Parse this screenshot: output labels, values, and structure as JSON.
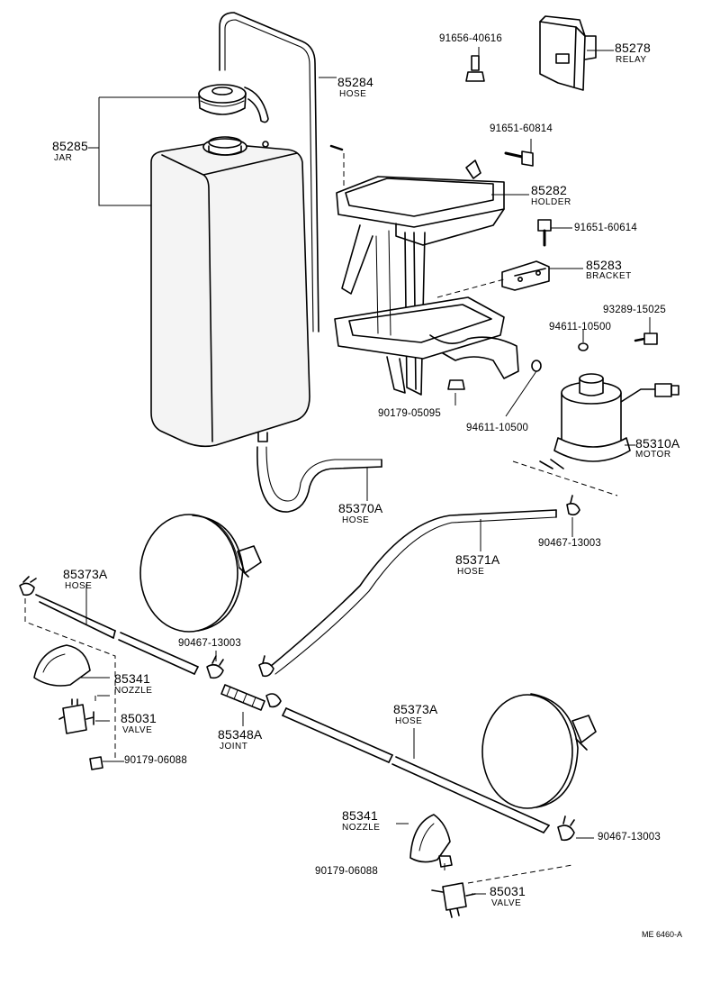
{
  "parts": {
    "jar": {
      "number": "85285",
      "name": "JAR"
    },
    "hose_top": {
      "number": "85284",
      "name": "HOSE"
    },
    "holder": {
      "number": "85282",
      "name": "HOLDER"
    },
    "bracket": {
      "number": "85283",
      "name": "BRACKET"
    },
    "relay": {
      "number": "85278",
      "name": "RELAY"
    },
    "motor": {
      "number": "85310A",
      "name": "MOTOR"
    },
    "hose_jar_outlet": {
      "number": "85370A",
      "name": "HOSE"
    },
    "hose_main": {
      "number": "85371A",
      "name": "HOSE"
    },
    "hose_left": {
      "number": "85373A",
      "name": "HOSE"
    },
    "hose_right": {
      "number": "85373A",
      "name": "HOSE"
    },
    "nozzle_left": {
      "number": "85341",
      "name": "NOZZLE"
    },
    "nozzle_right": {
      "number": "85341",
      "name": "NOZZLE"
    },
    "valve_left": {
      "number": "85031",
      "name": "VALVE"
    },
    "valve_right": {
      "number": "85031",
      "name": "VALVE"
    },
    "joint": {
      "number": "85348A",
      "name": "JOINT"
    }
  },
  "fasteners": {
    "relay_bolt": "91656-40616",
    "holder_bolt": "91651-60814",
    "bracket_bolt": "91651-60614",
    "motor_screw": "93289-15025",
    "washer_upper": "94611-10500",
    "washer_lower": "94611-10500",
    "holder_nut": "90179-05095",
    "clip_motor": "90467-13003",
    "clip_center": "90467-13003",
    "clip_right": "90467-13003",
    "nut_left": "90179-06088",
    "nut_right": "90179-06088"
  },
  "drawing_code": "ME 6460-A"
}
